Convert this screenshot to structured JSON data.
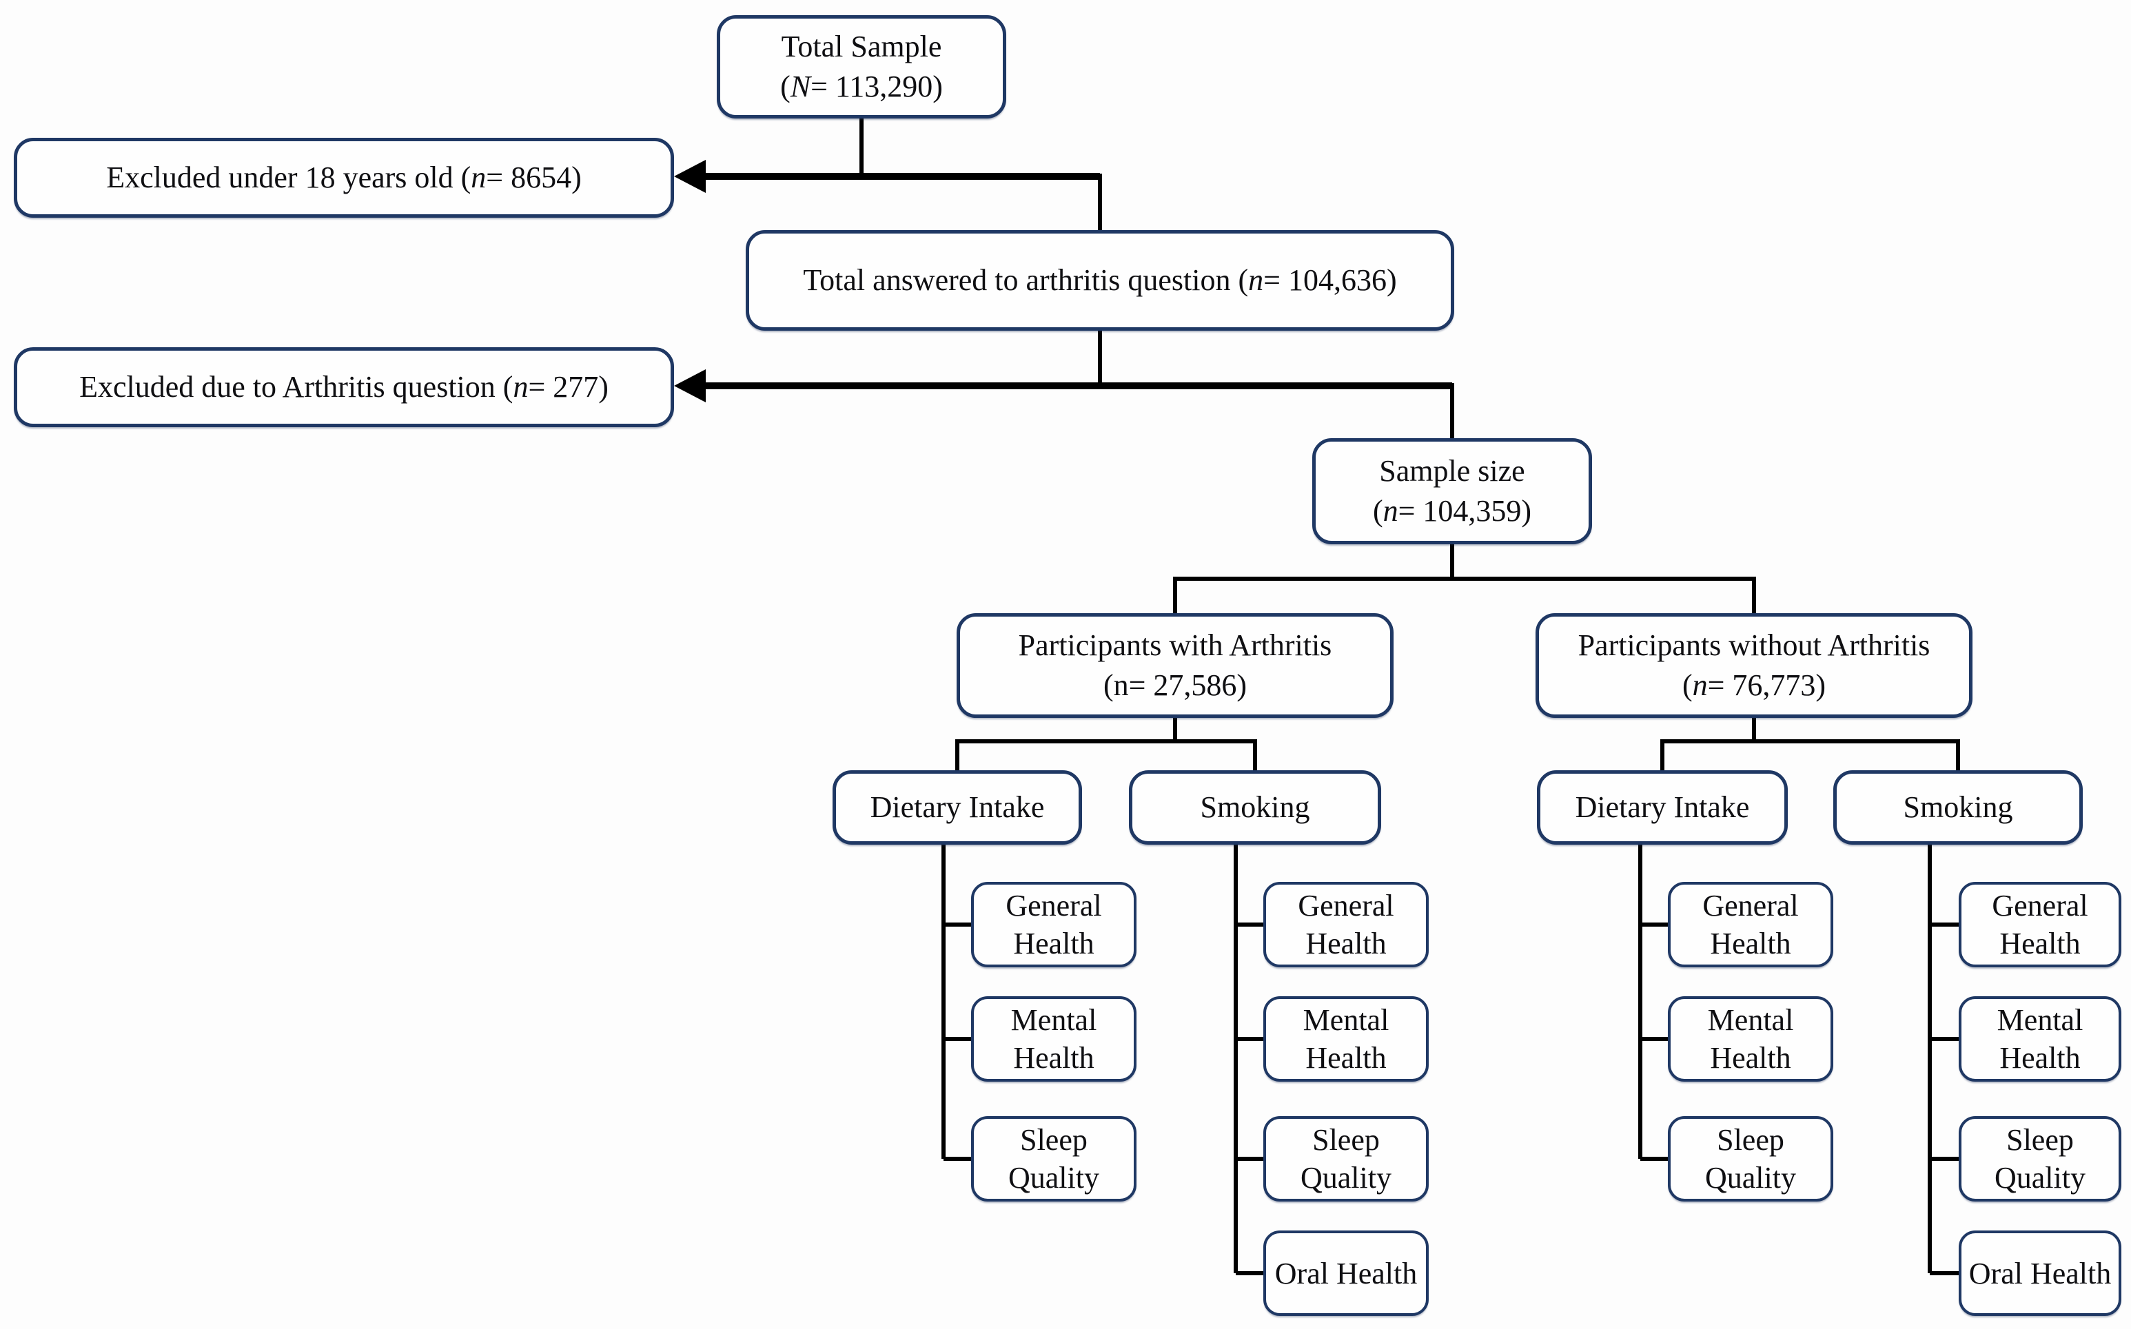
{
  "flow": {
    "total_sample": {
      "label": "Total Sample",
      "n_open": "(",
      "n_var": "N",
      "n_rest": "= 113,290)"
    },
    "excluded_under_18": {
      "before": "Excluded under 18 years old (",
      "n_var": "n",
      "n_rest": "= 8654)"
    },
    "total_answered": {
      "before": "Total answered to arthritis question (",
      "n_var": "n",
      "n_rest": "= 104,636)"
    },
    "excluded_arthritis": {
      "before": "Excluded due to Arthritis question (",
      "n_var": "n",
      "n_rest": "= 277)"
    },
    "sample_size": {
      "label": "Sample size",
      "n_open": "(",
      "n_var": "n",
      "n_rest": "= 104,359)"
    },
    "with_arthritis": {
      "label": "Participants with Arthritis",
      "n_open": "(",
      "n_var": "n",
      "n_rest": "= 27,586)"
    },
    "without_arthritis": {
      "label": "Participants without Arthritis",
      "n_open": "(",
      "n_var": "n",
      "n_rest": "= 76,773)"
    },
    "branches": {
      "dietary_label": "Dietary Intake",
      "smoking_label": "Smoking",
      "outcomes": {
        "general": "General Health",
        "mental": "Mental Health",
        "sleep": "Sleep Quality",
        "oral": "Oral Health"
      }
    },
    "colors": {
      "box_border": "#1f3864",
      "line": "#000000",
      "text": "#0f0f12",
      "box_fill": "#fefefe"
    }
  }
}
